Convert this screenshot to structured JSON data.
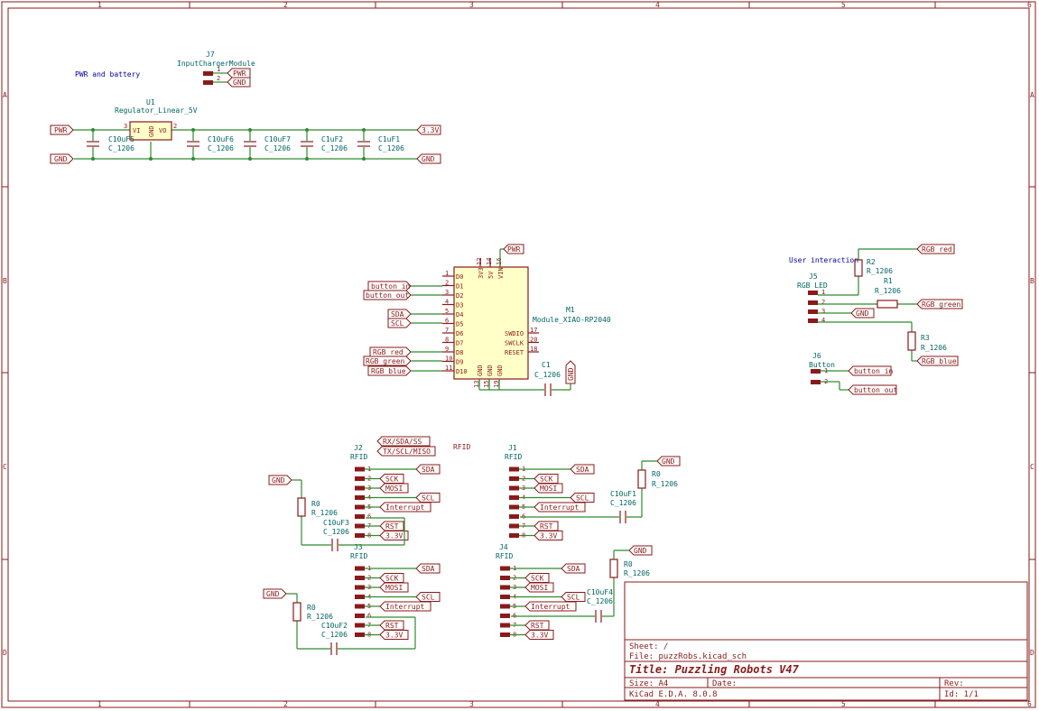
{
  "frame": {
    "columns": [
      "1",
      "2",
      "3",
      "4",
      "5",
      "6"
    ],
    "rows": [
      "A",
      "B",
      "C",
      "D"
    ]
  },
  "notes": {
    "power": "PWR and battery",
    "user": "User interaction"
  },
  "colors": {
    "wire": "#2f8a2f",
    "part": "#8a1a1a",
    "label": "#006464",
    "note": "#0000aa"
  },
  "labels": {
    "pwr": "PWR",
    "gnd": "GND",
    "v33": "3.3V",
    "sda": "SDA",
    "scl": "SCL",
    "sck": "SCK",
    "mosi": "MOSI",
    "rst": "RST",
    "interrupt": "Interrupt",
    "button_in": "button_in",
    "button_out": "button_out",
    "rgb_red": "RGB_red",
    "rgb_green": "RGB_green",
    "rgb_blue": "RGB_blue",
    "rx": "RX/SDA/SS",
    "tx": "TX/SCL/MISO",
    "rfid_net": "RFID"
  },
  "components": {
    "J7": {
      "ref": "J7",
      "value": "InputChargerModule"
    },
    "U1": {
      "ref": "U1",
      "value": "Regulator_Linear_5V",
      "pin_vi": "VI",
      "pin_vo": "VO",
      "pin_gnd": "GND"
    },
    "C10uF5": {
      "ref": "C10uF5",
      "value": "C_1206"
    },
    "C10uF6": {
      "ref": "C10uF6",
      "value": "C_1206"
    },
    "C10uF7": {
      "ref": "C10uF7",
      "value": "C_1206"
    },
    "C1uF2": {
      "ref": "C1uF2",
      "value": "C_1206"
    },
    "C1uF1": {
      "ref": "C1uF1",
      "value": "C_1206"
    },
    "M1": {
      "ref": "M1",
      "value": "Module_XIAO-RP2040",
      "left_pins": [
        "D0",
        "D1",
        "D2",
        "D3",
        "D4",
        "D5",
        "D6",
        "D7",
        "D8",
        "D9",
        "D10"
      ],
      "left_nums": [
        "1",
        "2",
        "3",
        "4",
        "5",
        "6",
        "7",
        "8",
        "9",
        "10",
        "11"
      ],
      "top_pins": [
        "3V3",
        "5V",
        "VIN"
      ],
      "top_nums": [
        "12",
        "14",
        "16"
      ],
      "right_pins": [
        "SWDIO",
        "SWCLK",
        "RESET"
      ],
      "right_nums": [
        "17",
        "20",
        "18"
      ],
      "bottom_pins": [
        "GND",
        "GND",
        "GND"
      ],
      "bottom_nums": [
        "13",
        "15",
        "19"
      ]
    },
    "C1": {
      "ref": "C1",
      "value": "C_1206"
    },
    "J5": {
      "ref": "J5",
      "value": "RGB LED"
    },
    "J6": {
      "ref": "J6",
      "value": "Button"
    },
    "R1": {
      "ref": "R1",
      "value": "R_1206"
    },
    "R2": {
      "ref": "R2",
      "value": "R_1206"
    },
    "R3": {
      "ref": "R3",
      "value": "R_1206"
    },
    "J2": {
      "ref": "J2",
      "value": "RFID"
    },
    "J3": {
      "ref": "J3",
      "value": "RFID"
    },
    "J1": {
      "ref": "J1",
      "value": "RFID"
    },
    "J4": {
      "ref": "J4",
      "value": "RFID"
    },
    "R0a": {
      "ref": "R0",
      "value": "R_1206"
    },
    "R0b": {
      "ref": "R0",
      "value": "R_1206"
    },
    "R0c": {
      "ref": "R0",
      "value": "R_1206"
    },
    "R0d": {
      "ref": "R0",
      "value": "R_1206"
    },
    "C10uF3": {
      "ref": "C10uF3",
      "value": "C_1206"
    },
    "C10uF2": {
      "ref": "C10uF2",
      "value": "C_1206"
    },
    "C10uF1": {
      "ref": "C10uF1",
      "value": "C_1206"
    },
    "C10uF4": {
      "ref": "C10uF4",
      "value": "C_1206"
    }
  },
  "titleblock": {
    "sheet": "Sheet: /",
    "file": "File: puzzRobs.kicad_sch",
    "title": "Title: Puzzling Robots V47",
    "size": "Size: A4",
    "date": "Date:",
    "rev": "Rev:",
    "tool": "KiCad E.D.A. 8.0.8",
    "id": "Id: 1/1"
  }
}
